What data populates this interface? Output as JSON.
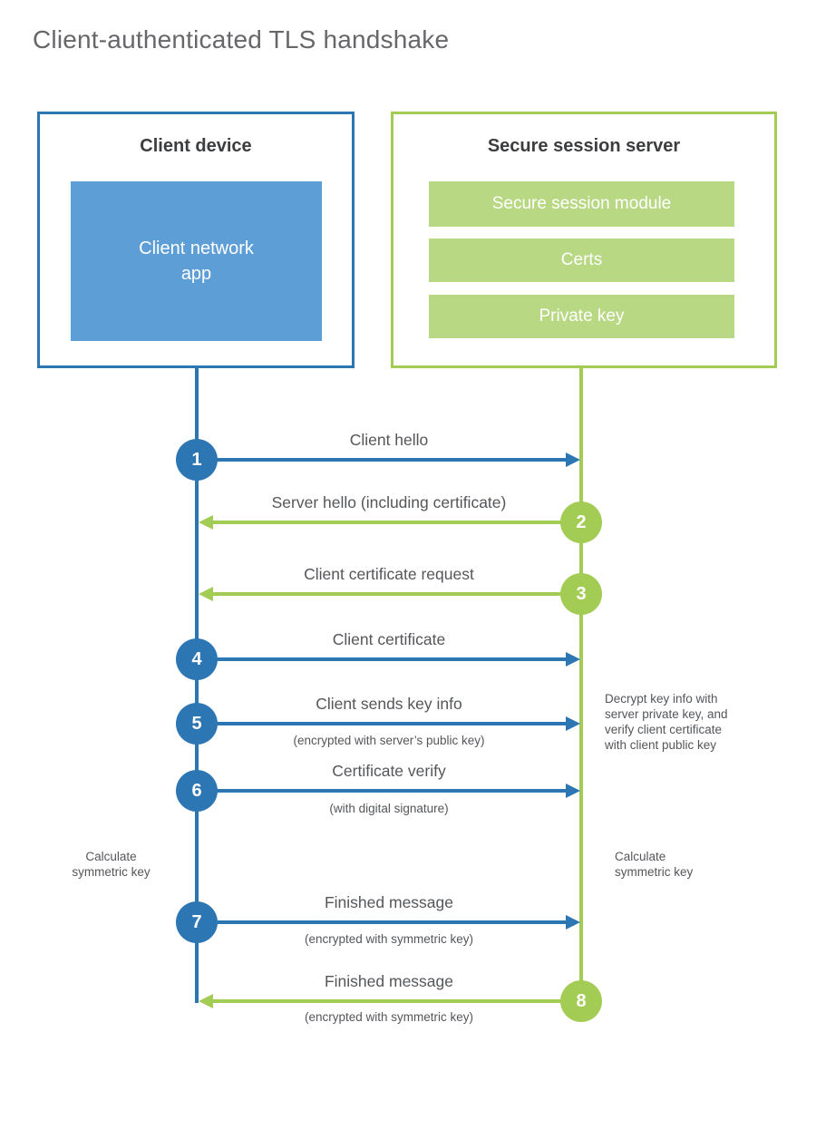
{
  "title": "Client-authenticated TLS handshake",
  "colors": {
    "client_stroke": "#2d76b4",
    "client_fill": "#5e9ed6",
    "server_stroke": "#a3cc55",
    "server_fill": "#b8d884",
    "heading_text": "#3c3d3f",
    "label_text": "#54565a",
    "title_text": "#66676b"
  },
  "client_box": {
    "heading": "Client device",
    "app_label": "Client network app"
  },
  "server_box": {
    "heading": "Secure session server",
    "modules": [
      "Secure session module",
      "Certs",
      "Private key"
    ]
  },
  "steps": [
    {
      "num": "1",
      "label": "Client hello",
      "sublabel": "",
      "from": "client",
      "to": "server"
    },
    {
      "num": "2",
      "label": "Server hello (including certificate)",
      "sublabel": "",
      "from": "server",
      "to": "client"
    },
    {
      "num": "3",
      "label": "Client certificate request",
      "sublabel": "",
      "from": "server",
      "to": "client"
    },
    {
      "num": "4",
      "label": "Client certificate",
      "sublabel": "",
      "from": "client",
      "to": "server"
    },
    {
      "num": "5",
      "label": "Client sends key info",
      "sublabel": "(encrypted with server’s public key)",
      "from": "client",
      "to": "server"
    },
    {
      "num": "6",
      "label": "Certificate verify",
      "sublabel": "(with digital signature)",
      "from": "client",
      "to": "server"
    },
    {
      "num": "7",
      "label": "Finished message",
      "sublabel": "(encrypted with symmetric key)",
      "from": "client",
      "to": "server"
    },
    {
      "num": "8",
      "label": "Finished message",
      "sublabel": "(encrypted with symmetric key)",
      "from": "server",
      "to": "client"
    }
  ],
  "annotations": {
    "server_note_lines": [
      "Decrypt key info with",
      "server private key, and",
      "verify client certificate",
      "with client public key"
    ],
    "client_calc": "Calculate symmetric key",
    "server_calc": "Calculate symmetric key"
  }
}
